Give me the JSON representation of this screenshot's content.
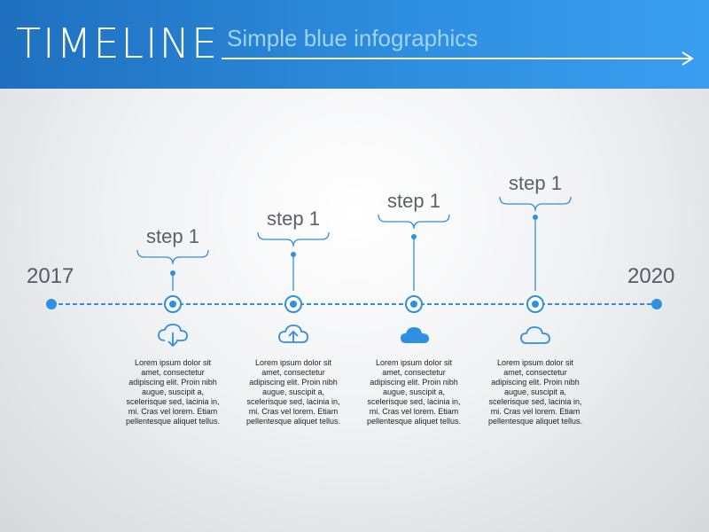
{
  "header": {
    "title": "TIMELINE",
    "subtitle": "Simple blue infographics"
  },
  "years": {
    "start": "2017",
    "end": "2020"
  },
  "colors": {
    "accent": "#2f8fe0",
    "header_start": "#1f6fbf",
    "header_end": "#3a9ef0",
    "text": "#222222"
  },
  "steps": [
    {
      "label": "step 1",
      "icon": "cloud-download-icon",
      "text": "Lorem ipsum dolor sit amet, consectetur adipiscing elit. Proin nibh augue, suscipit a, scelerisque sed, lacinia in, mi. Cras vel lorem. Etiam pellentesque aliquet tellus."
    },
    {
      "label": "step 1",
      "icon": "cloud-upload-icon",
      "text": "Lorem ipsum dolor sit amet, consectetur adipiscing elit. Proin nibh augue, suscipit a, scelerisque sed, lacinia in, mi. Cras vel lorem. Etiam pellentesque aliquet tellus."
    },
    {
      "label": "step 1",
      "icon": "cloud-filled-icon",
      "text": "Lorem ipsum dolor sit amet, consectetur adipiscing elit. Proin nibh augue, suscipit a, scelerisque sed, lacinia in, mi. Cras vel lorem. Etiam pellentesque aliquet tellus."
    },
    {
      "label": "step 1",
      "icon": "cloud-outline-icon",
      "text": "Lorem ipsum dolor sit amet, consectetur adipiscing elit. Proin nibh augue, suscipit a, scelerisque sed, lacinia in, mi. Cras vel lorem. Etiam pellentesque aliquet tellus."
    }
  ]
}
